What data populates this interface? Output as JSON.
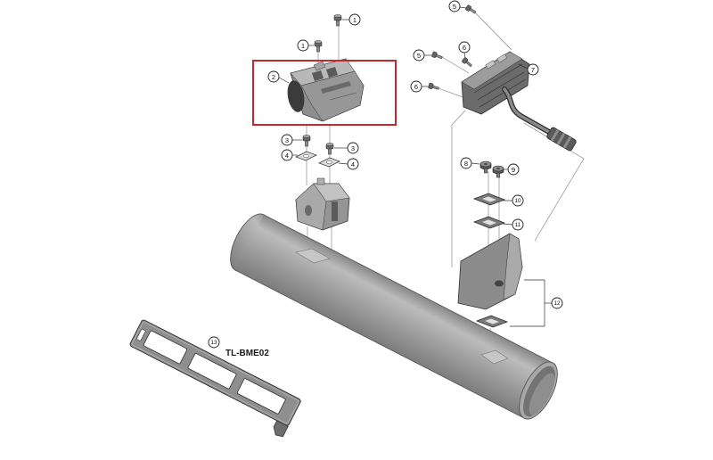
{
  "callouts": [
    "1",
    "1",
    "2",
    "3",
    "3",
    "4",
    "4",
    "5",
    "5",
    "6",
    "6",
    "7",
    "8",
    "9",
    "10",
    "11",
    "12",
    "13"
  ],
  "tool_label": "TL-BME02",
  "colors": {
    "highlight": "#c8262d",
    "part_grey": "#9a9a9a"
  }
}
